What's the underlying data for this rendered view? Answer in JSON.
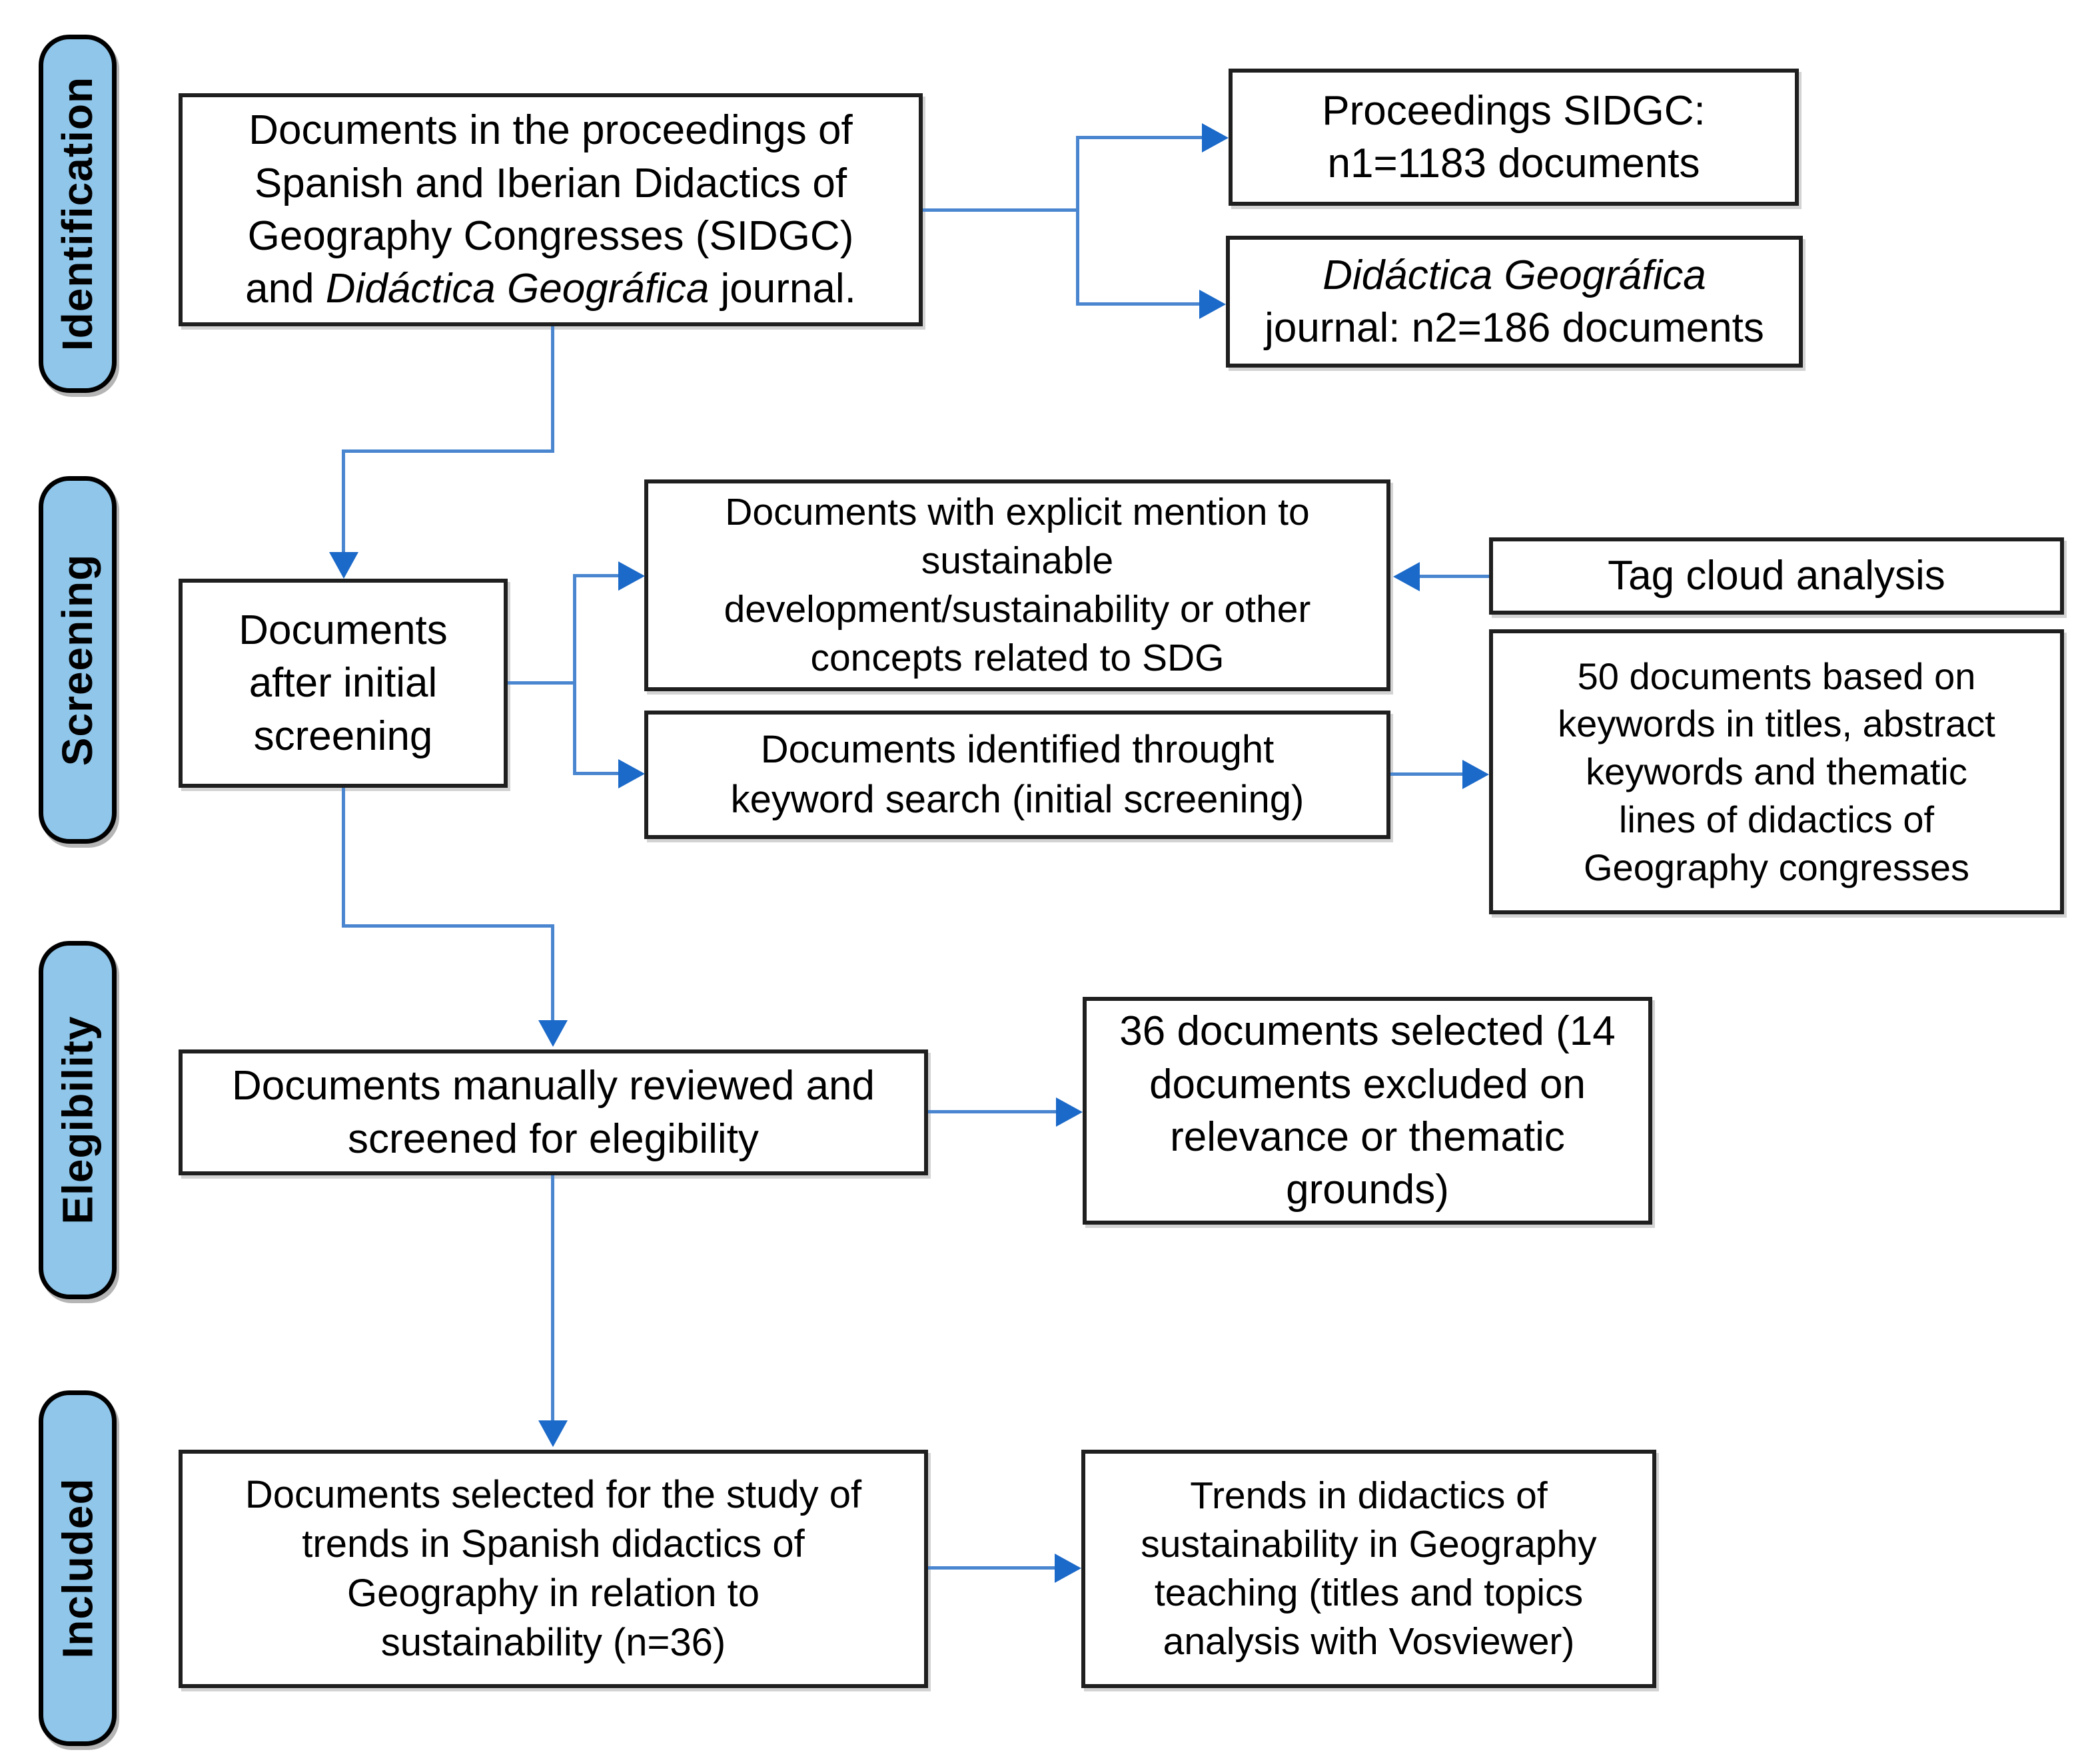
{
  "stages": [
    {
      "label": "Identification"
    },
    {
      "label": "Screening"
    },
    {
      "label": "Elegibility"
    },
    {
      "label": "Included"
    }
  ],
  "nodes": {
    "source": {
      "line1": "Documents in the proceedings of",
      "line2": "Spanish and Iberian Didactics of",
      "line3": "Geography Congresses (SIDGC)",
      "line4_pre": "and ",
      "line4_italic": "Didáctica Geográfica",
      "line4_post": " journal."
    },
    "proceedings": {
      "lines": [
        "Proceedings SIDGC:",
        "n1=1183 documents"
      ]
    },
    "journal": {
      "line1_italic": "Didáctica Geográfica",
      "line2": "journal: n2=186 documents"
    },
    "after_screening": {
      "lines": [
        "Documents",
        "after initial",
        "screening"
      ]
    },
    "explicit_mention": {
      "lines": [
        "Documents with explicit mention to",
        "sustainable",
        "development/sustainability or other",
        "concepts related to SDG"
      ]
    },
    "keyword_search": {
      "lines": [
        "Documents identified throught",
        "keyword search (initial screening)"
      ]
    },
    "tag_cloud": {
      "lines": [
        "Tag cloud analysis"
      ]
    },
    "docs50": {
      "lines": [
        "50 documents based on",
        "keywords in titles, abstract",
        "keywords and thematic",
        "lines of didactics of",
        "Geography congresses"
      ]
    },
    "manual_review": {
      "lines": [
        "Documents manually reviewed and",
        "screened for elegibility"
      ]
    },
    "docs36": {
      "lines": [
        "36 documents selected (14",
        "documents excluded on",
        "relevance or thematic",
        "grounds)"
      ]
    },
    "selected_study": {
      "lines": [
        "Documents selected for the study of",
        "trends in Spanish didactics of",
        "Geography in relation to",
        "sustainability (n=36)"
      ]
    },
    "trends": {
      "lines": [
        "Trends in didactics of",
        "sustainability in Geography",
        "teaching (titles and topics",
        "analysis with Vosviewer)"
      ]
    }
  },
  "edges": [
    {
      "from": "source",
      "to": "proceedings"
    },
    {
      "from": "source",
      "to": "journal"
    },
    {
      "from": "source",
      "to": "after_screening"
    },
    {
      "from": "after_screening",
      "to": "explicit_mention"
    },
    {
      "from": "after_screening",
      "to": "keyword_search"
    },
    {
      "from": "tag_cloud",
      "to": "explicit_mention"
    },
    {
      "from": "keyword_search",
      "to": "docs50"
    },
    {
      "from": "after_screening",
      "to": "manual_review"
    },
    {
      "from": "manual_review",
      "to": "docs36"
    },
    {
      "from": "manual_review",
      "to": "selected_study"
    },
    {
      "from": "selected_study",
      "to": "trends"
    }
  ],
  "colors": {
    "connector_line": "#4A86D0",
    "arrowhead": "#1B69C8",
    "stage_fill": "#8FC6EA",
    "stage_border": "#000000",
    "node_border": "#1F1F1F",
    "text": "#000000",
    "background": "#FFFFFF"
  }
}
